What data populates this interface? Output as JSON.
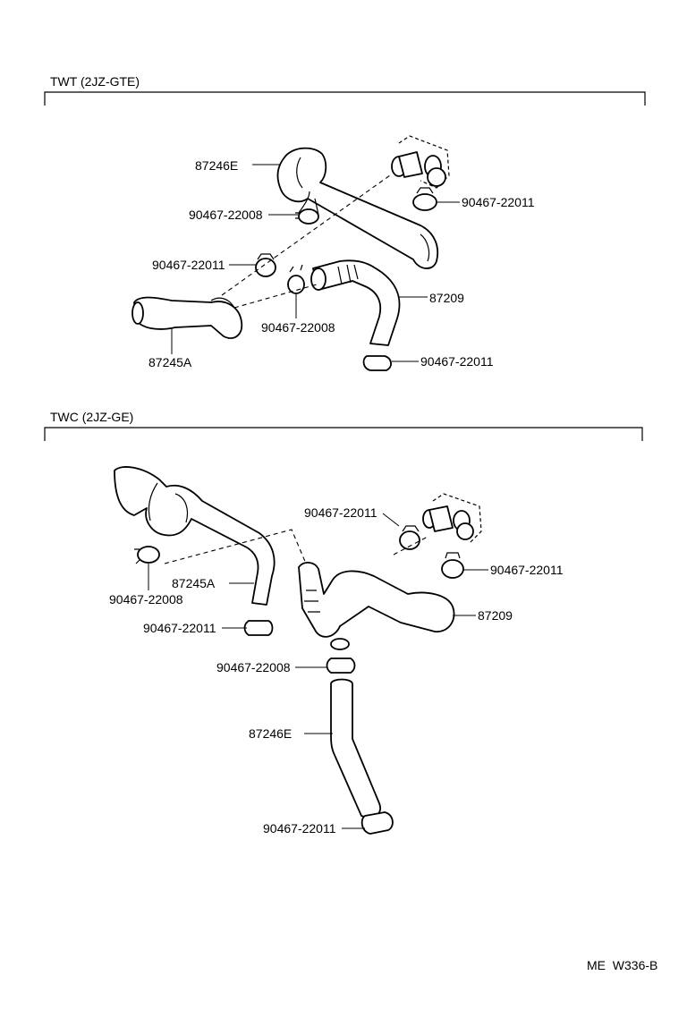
{
  "sections": [
    {
      "label": "TWT (2JZ-GTE)"
    },
    {
      "label": "TWC (2JZ-GE)"
    }
  ],
  "top_labels": {
    "hose_87246E": "87246E",
    "clamp_a": "90467-22011",
    "clamp_b": "90467-22008",
    "clamp_c": "90467-22011",
    "clamp_d": "90467-22008",
    "hose_87209": "87209",
    "hose_87245A": "87245A",
    "clamp_e": "90467-22011"
  },
  "bottom_labels": {
    "clamp_a": "90467-22011",
    "clamp_b": "90467-22011",
    "clamp_c": "90467-22008",
    "hose_87245A": "87245A",
    "hose_87209": "87209",
    "clamp_d": "90467-22011",
    "clamp_e": "90467-22008",
    "hose_87246E": "87246E",
    "clamp_f": "90467-22011"
  },
  "footer_code": "ME  W336-B"
}
